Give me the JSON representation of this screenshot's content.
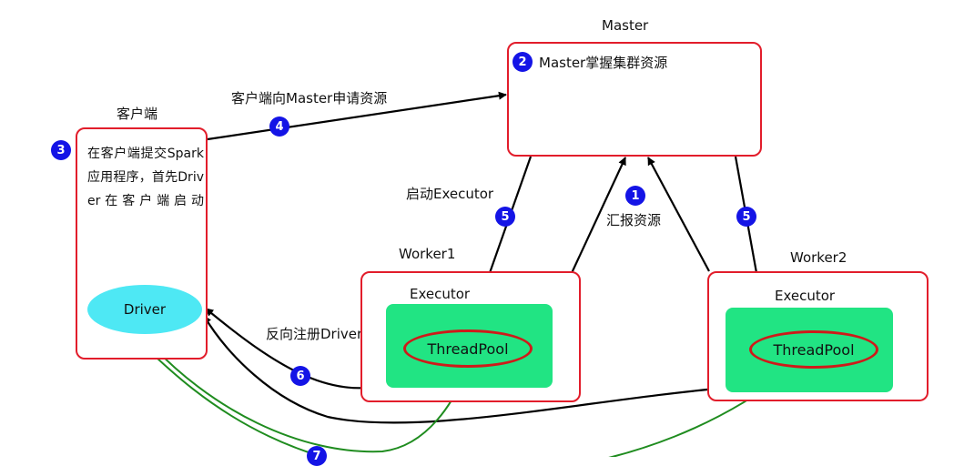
{
  "nodes": {
    "master": {
      "title": "Master",
      "note": "Master掌握集群资源"
    },
    "client": {
      "title": "客户端",
      "description": "在客户端提交Spark 应用程序，首先Driver在客户端启动",
      "driver": "Driver"
    },
    "worker1": {
      "title": "Worker1",
      "executor": "Executor",
      "threadpool": "ThreadPool"
    },
    "worker2": {
      "title": "Worker2",
      "executor": "Executor",
      "threadpool": "ThreadPool"
    }
  },
  "edges": {
    "request": "客户端向Master申请资源",
    "launch": "启动Executor",
    "report": "汇报资源",
    "register": "反向注册Driver"
  },
  "steps": [
    "1",
    "2",
    "3",
    "4",
    "5",
    "5",
    "6",
    "7"
  ],
  "colors": {
    "box_border": "#e21d2b",
    "executor_fill": "#21e483",
    "driver_fill": "#4ee8f4",
    "badge": "#1414e6",
    "task_arrow": "#1f8c1f"
  }
}
